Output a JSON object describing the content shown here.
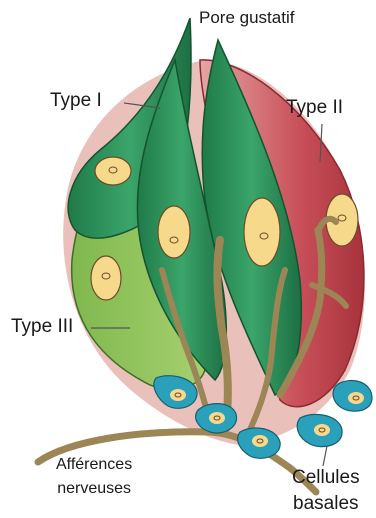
{
  "labels": {
    "pore": "Pore gustatif",
    "type1": "Type I",
    "type2": "Type II",
    "type3": "Type III",
    "afferences_line1": "Afférences",
    "afferences_line2": "nerveuses",
    "basales_line1": "Cellules",
    "basales_line2": "basales"
  },
  "colors": {
    "type1_cell": "#2e8b57",
    "type2_cell": "#c0444b",
    "type3_cell": "#8cbf5a",
    "bud_background": "#e8b7b2",
    "nucleus": "#f7d98b",
    "nerve": "#a08a5a",
    "basal_cell": "#2a9db5"
  }
}
